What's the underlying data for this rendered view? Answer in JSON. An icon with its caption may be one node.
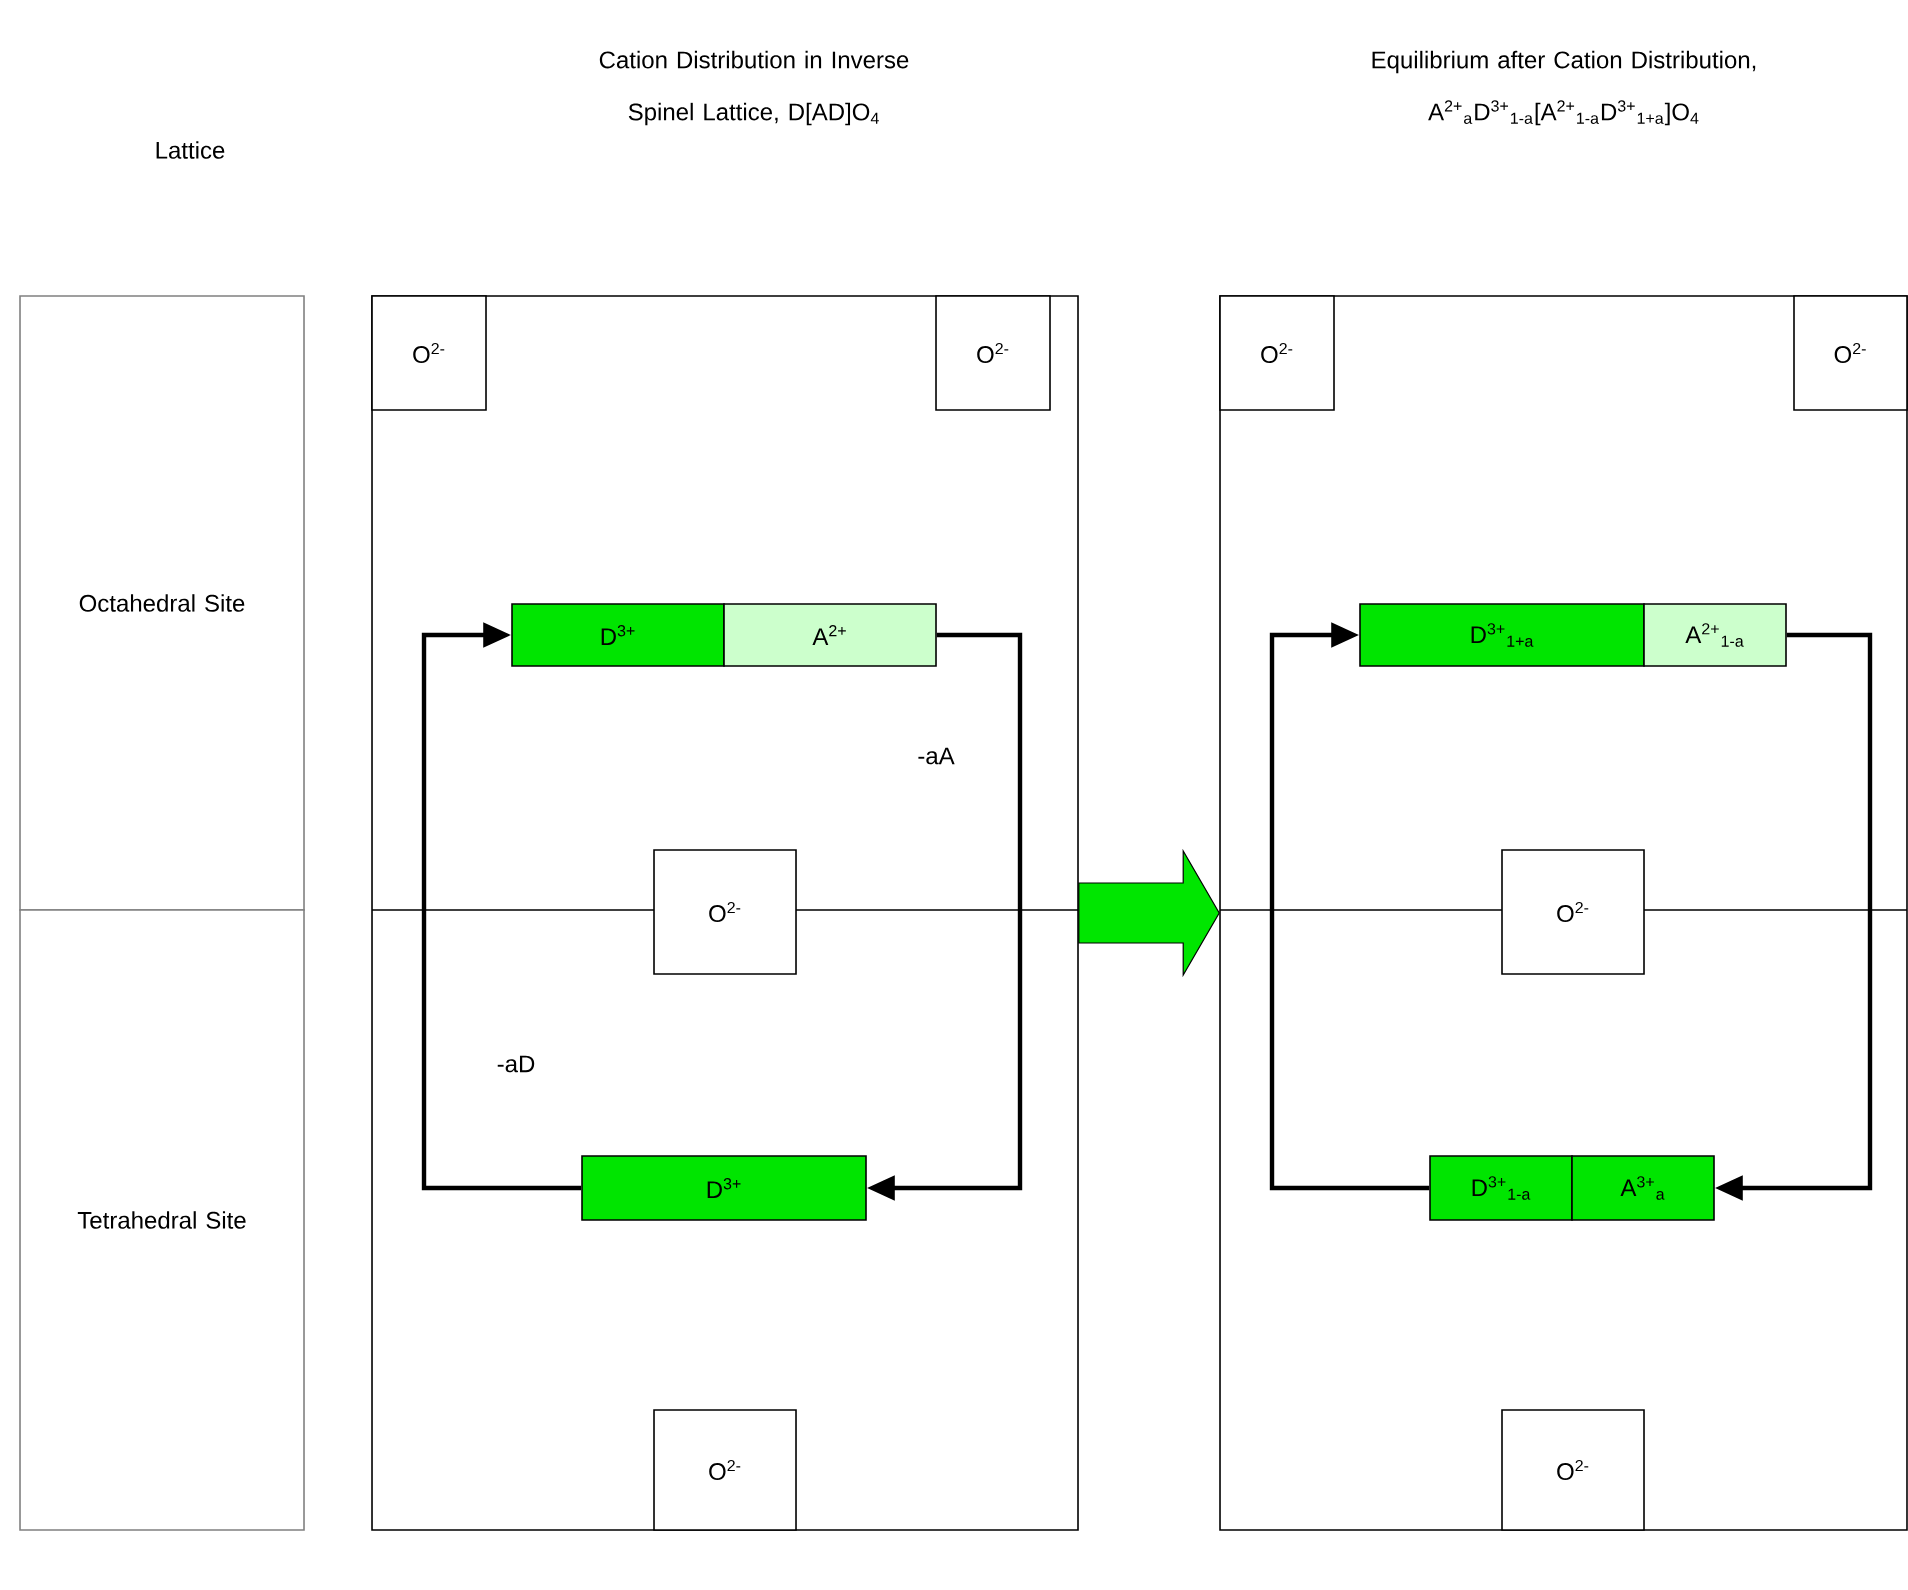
{
  "diagram": {
    "nodes": [
      {
        "text": [
          "Octahedral Site"
        ]
      },
      {
        "text": [
          "Tetrahedral Site"
        ]
      },
      {
        "text": [],
        "shape": "box"
      },
      {
        "text": [
          "O$^{2-}$"
        ],
        "in": 2
      },
      {
        "text": [
          "O$^{2-}$"
        ],
        "in": 2
      },
      {
        "text": [
          "D$^{3+}$"
        ],
        "in": 2
      },
      {
        "text": [
          "A$^{2+}$"
        ],
        "in": 2
      },
      {
        "text": [
          "O$^{2-}$"
        ],
        "in": 2
      },
      {
        "text": [
          "D$^{3+}$"
        ],
        "in": 2
      },
      {
        "text": [
          "O$^{2-}$"
        ],
        "in": 2
      },
      {
        "text": [],
        "shape": "box"
      },
      {
        "text": [
          "O$^{2-}$"
        ],
        "in": 10
      },
      {
        "text": [
          "O$^{2-}$"
        ],
        "in": 10
      },
      {
        "text": [
          "D$^{3+}$$_{1+a}$"
        ],
        "in": 10
      },
      {
        "text": [
          "A$^{2+}$$_{1-a}$"
        ],
        "in": 10
      },
      {
        "text": [
          "O$^{2-}$"
        ],
        "in": 10
      },
      {
        "text": [
          "D$^{3+}$$_{1-a}$"
        ],
        "in": 10
      },
      {
        "text": [
          "A$^{3+}$$_{a}$"
        ],
        "in": 10
      },
      {
        "text": [
          "O$^{2-}$"
        ],
        "in": 10
      }
    ],
    "edges": [
      {
        "from": 6,
        "to": 8,
        "arrow": "to",
        "label": "-aA"
      },
      {
        "from": 8,
        "to": 5,
        "arrow": "to",
        "label": "-aD"
      },
      {
        "from": 2,
        "to": 10,
        "arrow": "to",
        "style": "thick",
        "color": "#00e600"
      },
      {
        "from": 14,
        "to": 17,
        "arrow": "to"
      },
      {
        "from": 16,
        "to": 13,
        "arrow": "to"
      }
    ],
    "labels": [
      "Lattice",
      "Cation Distribution in Inverse Spinel Lattice, D[AD]O$_{4}$",
      "Equilibrium after Cation Distribution, A$^{2+}$$_{a}$D$^{3+}$$_{1-a}$[A$^{2+}$$_{1-a}$D$^{3+}$$_{1+a}$]O$_{4}$"
    ]
  }
}
